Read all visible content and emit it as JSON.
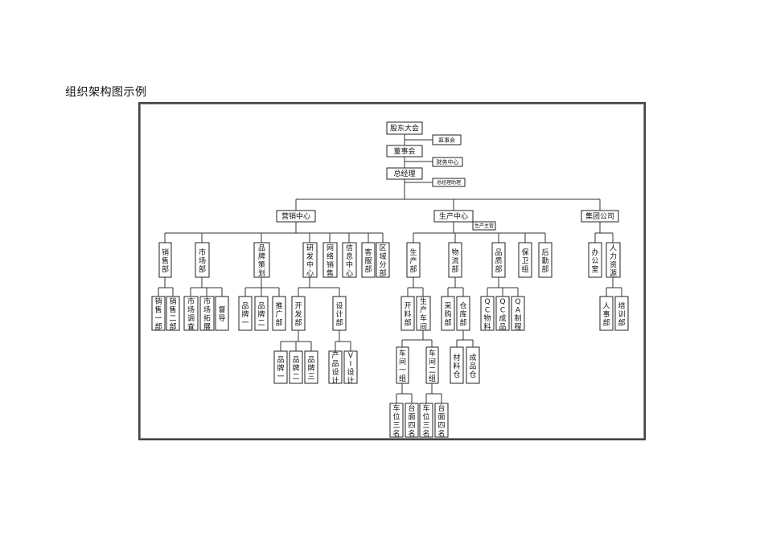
{
  "page": {
    "title": "组织架构图示例"
  },
  "org": {
    "shareholders": "股东大会",
    "supervisors": "监事会",
    "board": "董事会",
    "finance_center": "财务中心",
    "general_manager": "总经理",
    "gm_office": "总经理助理",
    "marketing_center": "营销中心",
    "production_center": "生产中心",
    "production_assistant": "生产主管",
    "group_company": "集团公司",
    "marketing": {
      "sales": "销售部",
      "sales_1": "销售一部",
      "sales_2": "销售二部",
      "market": "市场部",
      "market_research": "市场调查",
      "market_expansion": "市场拓展",
      "supervision": "督导",
      "brand_planning": "品牌策划",
      "brand_1": "品牌一",
      "brand_2": "品牌二",
      "promotion": "推广部",
      "rd_center": "研发中心",
      "development": "开发部",
      "dev_brand_1": "品牌一",
      "dev_brand_2": "品牌二",
      "dev_brand_3": "品牌三",
      "design": "设计部",
      "product_design": "产品设计",
      "vi_design": "VI设计",
      "online_sales": "网络销售",
      "info_center": "信息中心",
      "customer_service": "客服部",
      "regional": "区域分部"
    },
    "production": {
      "production_dept": "生产部",
      "cutting": "开料部",
      "workshop": "生产车间",
      "workshop_1": "车间一组",
      "workshop_2": "车间二组",
      "station_1a": "车位三名",
      "station_1b": "台面四名",
      "station_2a": "车位三名",
      "station_2b": "台面四名",
      "logistics": "物流部",
      "purchasing": "采购部",
      "warehouse": "仓库部",
      "materials_wh": "材料仓",
      "finished_wh": "成品仓",
      "quality": "品质部",
      "qc_materials": "QC物料",
      "qc_finished": "QC成品",
      "qa_process": "QA制程",
      "security": "保卫组",
      "logistics_support": "后勤部"
    },
    "group": {
      "office": "办公室",
      "hr": "人力资源",
      "personnel": "人事部",
      "training": "培训部"
    }
  }
}
